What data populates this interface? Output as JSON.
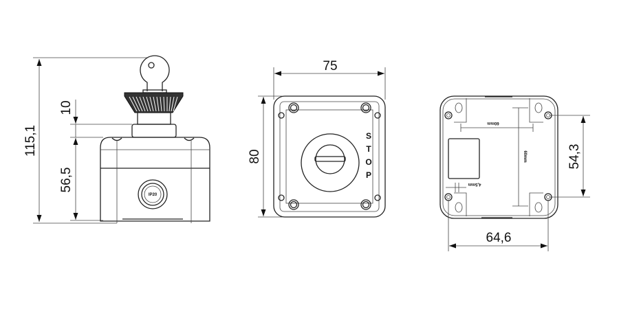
{
  "title": "Key-operated stop switch enclosure – dimensional drawing",
  "side_view": {
    "total_height": "115,1",
    "collar_height": "10",
    "body_height": "56,5",
    "gland_label": "IP20"
  },
  "front_view": {
    "width": "75",
    "height": "80",
    "stop_letters": [
      "S",
      "T",
      "O",
      "P"
    ]
  },
  "rear_view": {
    "width": "64,6",
    "hole_spacing": "54,3",
    "inner_labels": {
      "horizontal": "60mm",
      "vertical": "60mm",
      "offset": "4,5mm"
    }
  },
  "colors": {
    "line": "#222222",
    "background": "#ffffff"
  }
}
